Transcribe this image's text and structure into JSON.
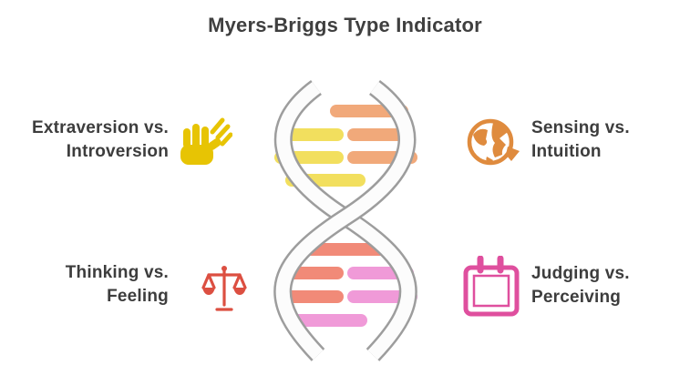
{
  "title": "Myers-Briggs Type Indicator",
  "colors": {
    "text": "#3d3d3d",
    "yellow": "#e7c404",
    "orange": "#df8b3e",
    "red": "#dc4f41",
    "pink": "#df4f9e",
    "rung_yellow": "#f2df5e",
    "rung_orange": "#f1a97a",
    "rung_salmon": "#f18a78",
    "rung_pink": "#f09ad8",
    "strand_fill": "#fcfcfc",
    "strand_outline": "#9d9d9d"
  },
  "items": [
    {
      "line1": "Extraversion vs.",
      "line2": "Introversion",
      "icon": "waving-hand-icon"
    },
    {
      "line1": "Sensing vs.",
      "line2": "Intuition",
      "icon": "globe-icon"
    },
    {
      "line1": "Thinking vs.",
      "line2": "Feeling",
      "icon": "scales-icon"
    },
    {
      "line1": "Judging vs.",
      "line2": "Perceiving",
      "icon": "calendar-icon"
    }
  ]
}
